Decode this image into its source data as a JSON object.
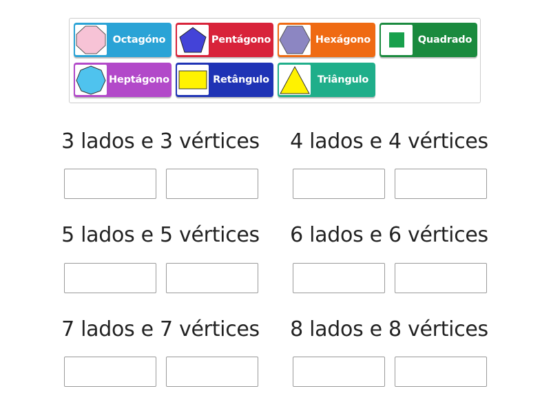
{
  "tiles": [
    {
      "label": "Octagóno",
      "color": "#2aa3d6",
      "shape": "octagon-icon",
      "fill": "#f7c3d6"
    },
    {
      "label": "Pentágono",
      "color": "#d8233a",
      "shape": "pentagon-icon",
      "fill": "#4343d8"
    },
    {
      "label": "Hexágono",
      "color": "#ef6a13",
      "shape": "hexagon-icon",
      "fill": "#8c86c2"
    },
    {
      "label": "Quadrado",
      "color": "#1a8a3e",
      "shape": "square-icon",
      "fill": "#18a04c"
    },
    {
      "label": "Heptágono",
      "color": "#b249c9",
      "shape": "heptagon-icon",
      "fill": "#4fc3ee"
    },
    {
      "label": "Retângulo",
      "color": "#1f33b5",
      "shape": "rectangle-icon",
      "fill": "#fff200"
    },
    {
      "label": "Triângulo",
      "color": "#1fae8a",
      "shape": "triangle-icon",
      "fill": "#fff200"
    }
  ],
  "groups": [
    {
      "label": "3 lados e 3 vértices"
    },
    {
      "label": "4 lados e 4 vértices"
    },
    {
      "label": "5 lados e 5 vértices"
    },
    {
      "label": "6 lados e 6 vértices"
    },
    {
      "label": "7 lados e 7 vértices"
    },
    {
      "label": "8 lados e 8 vértices"
    }
  ]
}
